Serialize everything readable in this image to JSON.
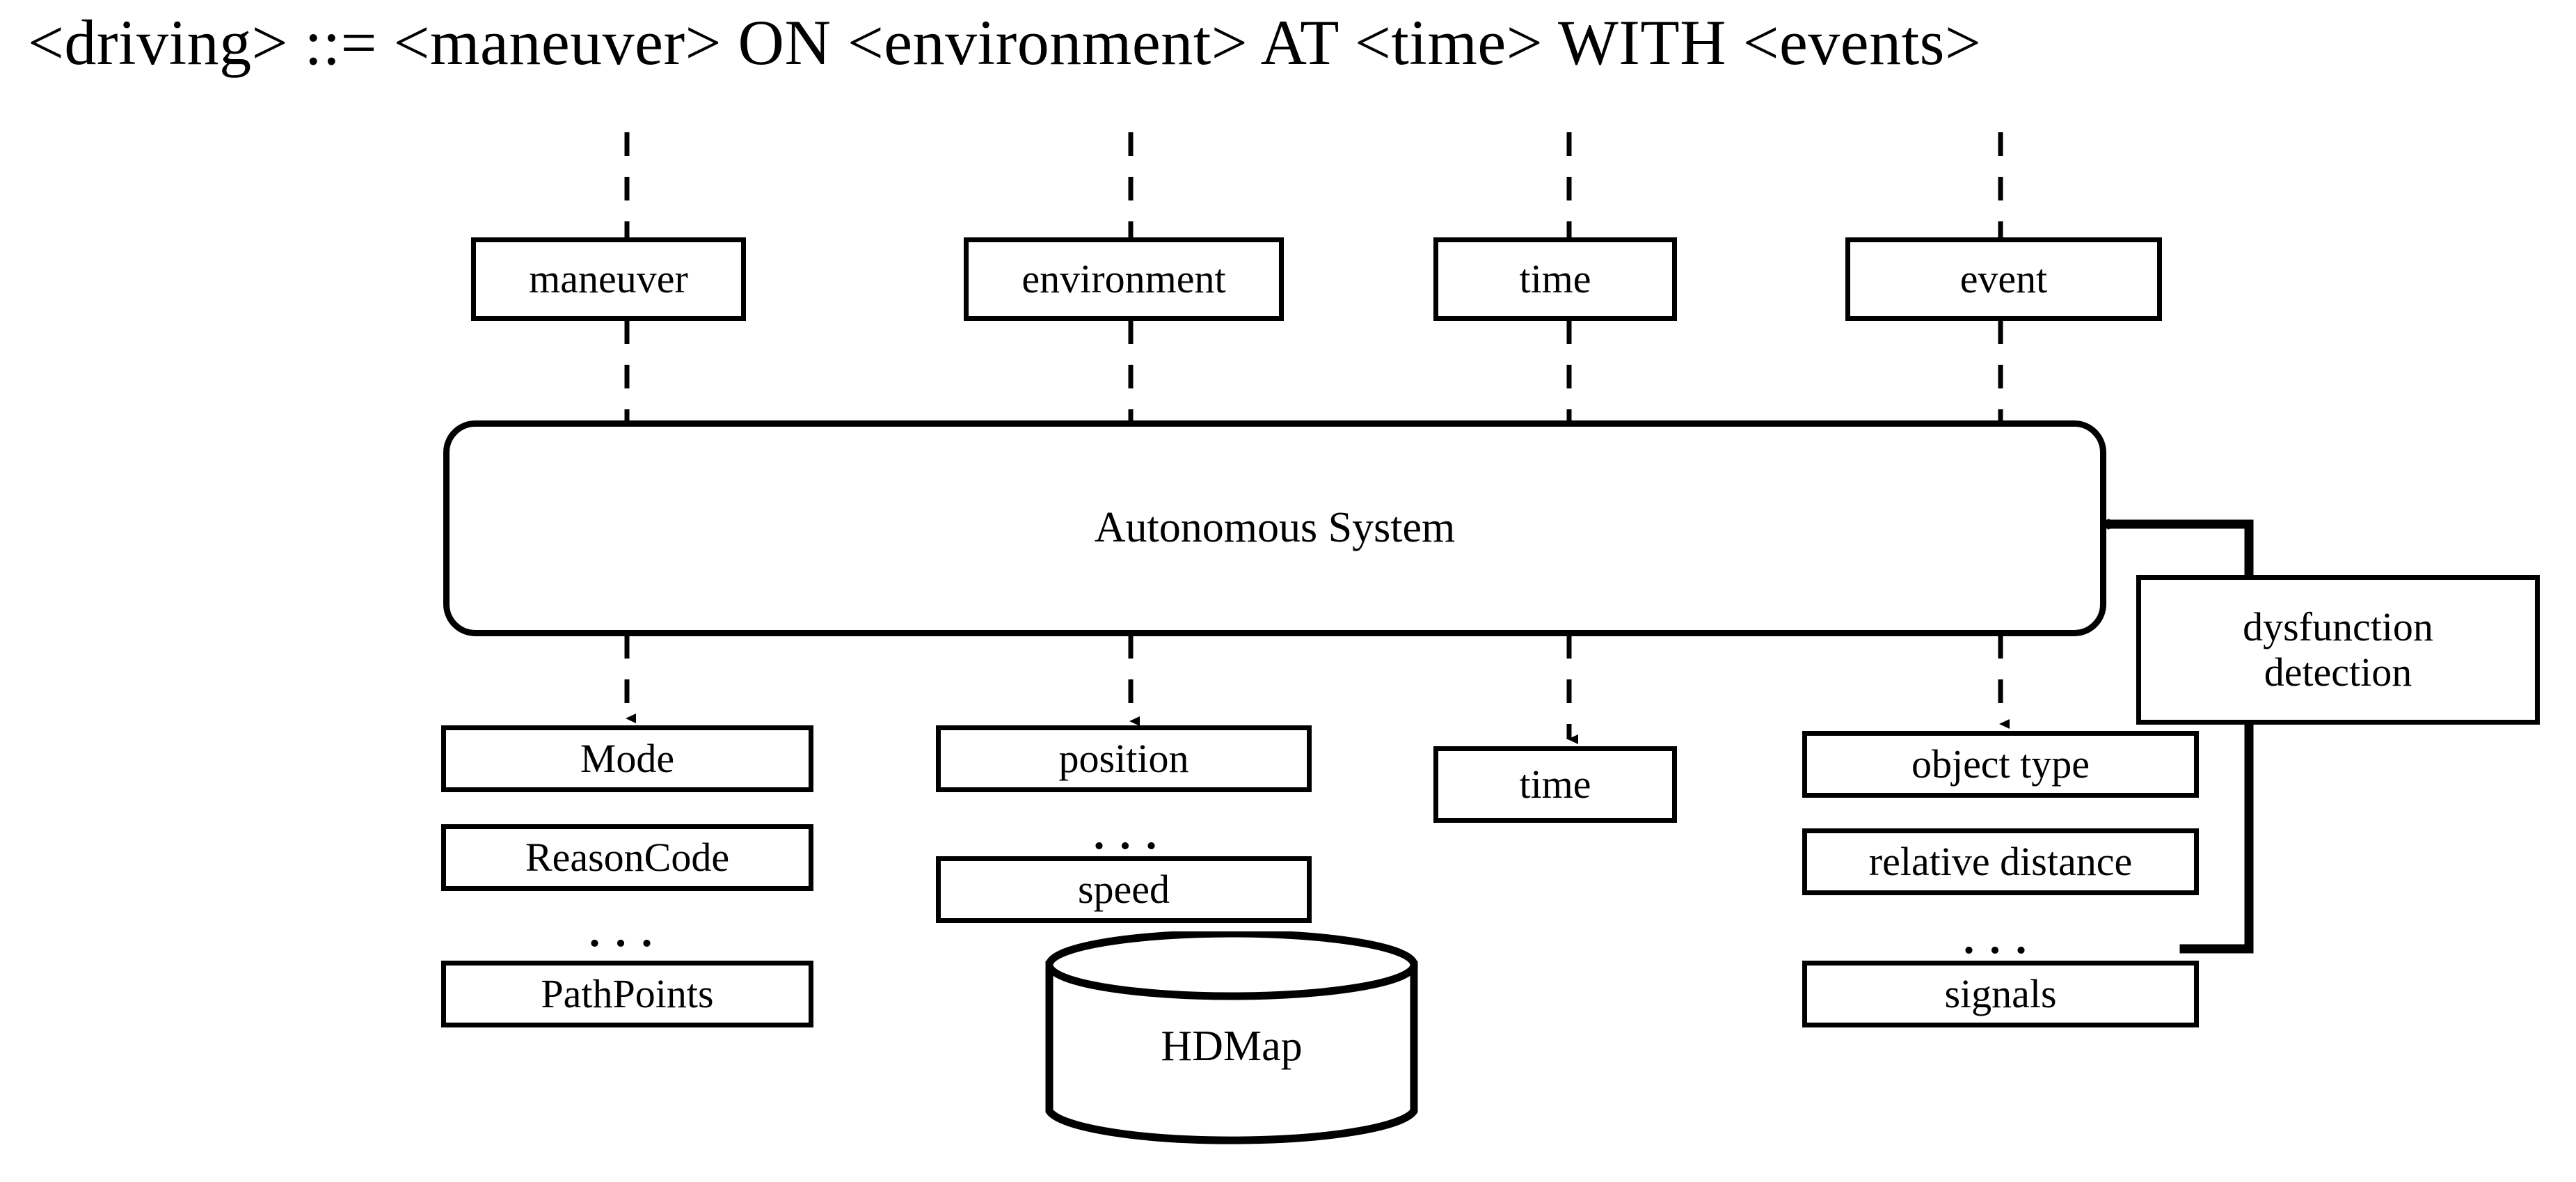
{
  "title": "<driving> ::= <maneuver> ON <environment> AT <time> WITH <events>",
  "grammar": {
    "nonterminal": "<driving>",
    "operator": "::=",
    "production": [
      "<maneuver>",
      "ON",
      "<environment>",
      "AT",
      "<time>",
      "WITH",
      "<events>"
    ]
  },
  "top_row": {
    "boxes": [
      {
        "label": "maneuver"
      },
      {
        "label": "environment"
      },
      {
        "label": "time"
      },
      {
        "label": "event"
      }
    ]
  },
  "system": {
    "label": "Autonomous System"
  },
  "feedback": {
    "label_line1": "dysfunction",
    "label_line2": "detection",
    "full_label": "dysfunction detection"
  },
  "columns": [
    {
      "name": "maneuver-outputs",
      "items": [
        {
          "label": "Mode",
          "shape": "rect"
        },
        {
          "label": "ReasonCode",
          "shape": "rect"
        },
        {
          "label": "...",
          "shape": "ellipsis"
        },
        {
          "label": "PathPoints",
          "shape": "rect"
        }
      ]
    },
    {
      "name": "environment-outputs",
      "items": [
        {
          "label": "position",
          "shape": "rect"
        },
        {
          "label": "...",
          "shape": "ellipsis"
        },
        {
          "label": "speed",
          "shape": "rect"
        },
        {
          "label": "HDMap",
          "shape": "cylinder"
        }
      ]
    },
    {
      "name": "time-outputs",
      "items": [
        {
          "label": "time",
          "shape": "rect"
        }
      ]
    },
    {
      "name": "event-outputs",
      "items": [
        {
          "label": "object type",
          "shape": "rect"
        },
        {
          "label": "relative distance",
          "shape": "rect"
        },
        {
          "label": "...",
          "shape": "ellipsis"
        },
        {
          "label": "signals",
          "shape": "rect"
        }
      ]
    }
  ],
  "style": {
    "stroke": "#000000",
    "background": "#ffffff",
    "line_style_top": "dashed",
    "line_style_bottom": "dashed-arrow",
    "line_style_feedback": "solid-arrow"
  }
}
